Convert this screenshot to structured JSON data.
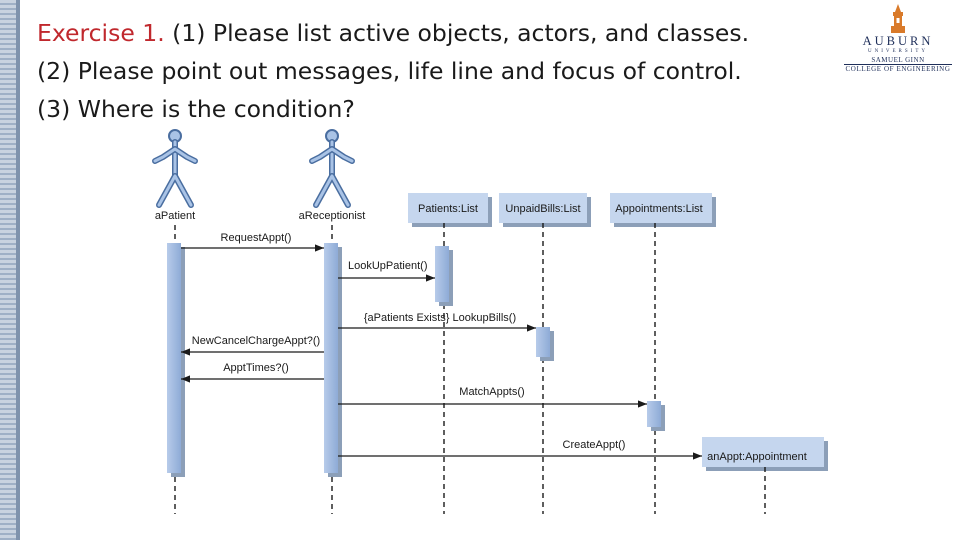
{
  "heading": {
    "line1_accent": "Exercise 1.",
    "line1_rest": " (1) Please list active objects, actors, and classes.",
    "line2": "(2) Please point out messages, life line and focus of control.",
    "line3": "(3)   Where is the condition?"
  },
  "logo": {
    "name": "AUBURN",
    "university": "UNIVERSITY",
    "sub1": "SAMUEL GINN",
    "sub2": "COLLEGE OF ENGINEERING"
  },
  "actors": [
    {
      "label": "aPatient"
    },
    {
      "label": "aReceptionist"
    }
  ],
  "objects": [
    {
      "label": "Patients:List"
    },
    {
      "label": "UnpaidBills:List"
    },
    {
      "label": "Appointments:List"
    },
    {
      "label": "anAppt:Appointment"
    }
  ],
  "messages": [
    {
      "label": "RequestAppt()"
    },
    {
      "label": "LookUpPatient()"
    },
    {
      "label": "{aPatients Exists} LookupBills()"
    },
    {
      "label": "NewCancelChargeAppt?()"
    },
    {
      "label": "ApptTimes?()"
    },
    {
      "label": "MatchAppts()"
    },
    {
      "label": "CreateAppt()"
    }
  ],
  "colors": {
    "accent": "#c0282d",
    "object_fill": "#c5d6ee",
    "activation_fill": "#9db7dd",
    "actor_fill": "#a9c3e6",
    "actor_stroke": "#4a6ea0"
  }
}
